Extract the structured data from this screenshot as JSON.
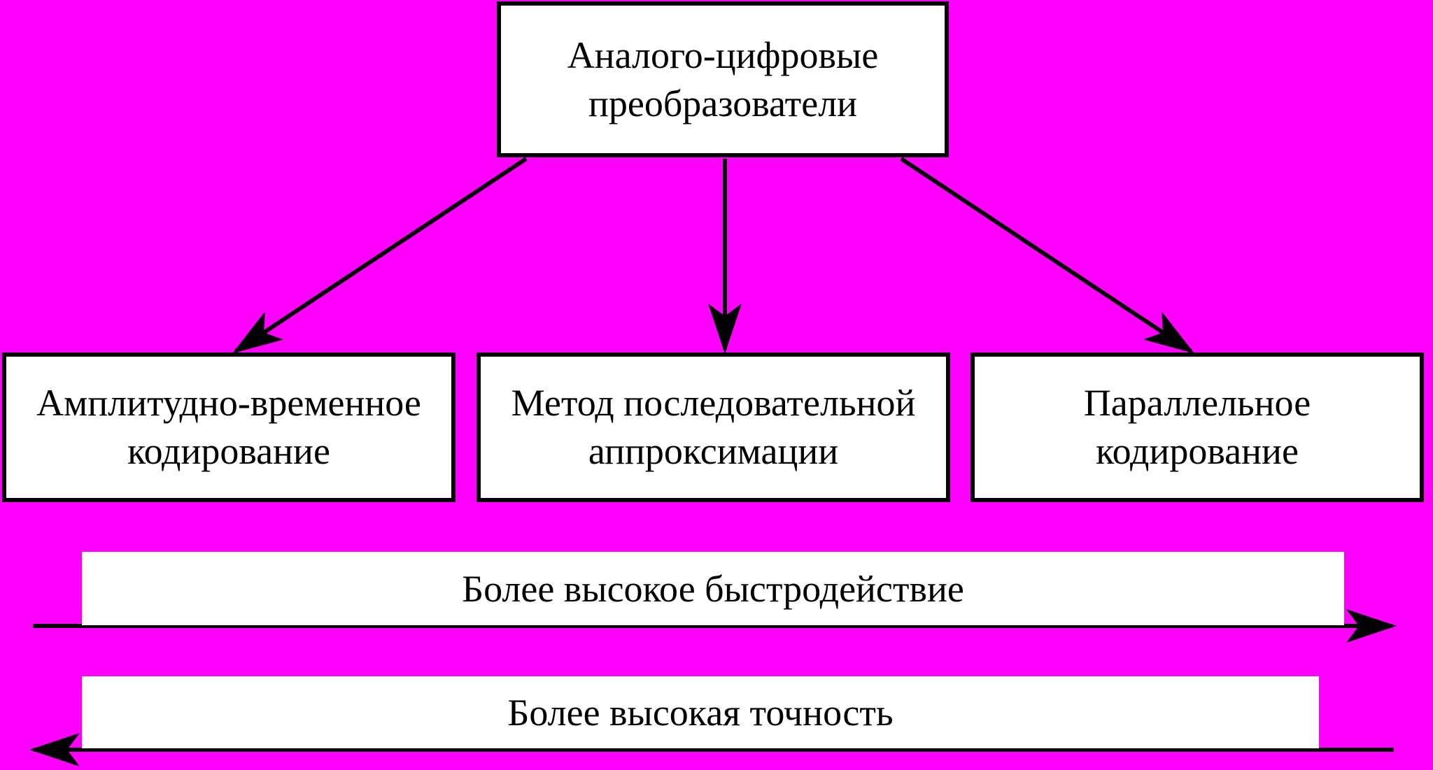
{
  "diagram": {
    "root": {
      "lines": [
        "Аналого-цифровые",
        "преобразователи"
      ]
    },
    "children": [
      {
        "lines": [
          "Амплитудно-временное",
          "кодирование"
        ]
      },
      {
        "lines": [
          "Метод последовательной",
          "аппроксимации"
        ]
      },
      {
        "lines": [
          "Параллельное",
          "кодирование"
        ]
      }
    ],
    "scales": [
      {
        "label": "Более высокое быстродействие",
        "direction": "right"
      },
      {
        "label": "Более высокая точность",
        "direction": "left"
      }
    ]
  },
  "colors": {
    "background": "#FF00FF",
    "box_fill": "#FFFFFF",
    "stroke": "#000000"
  }
}
